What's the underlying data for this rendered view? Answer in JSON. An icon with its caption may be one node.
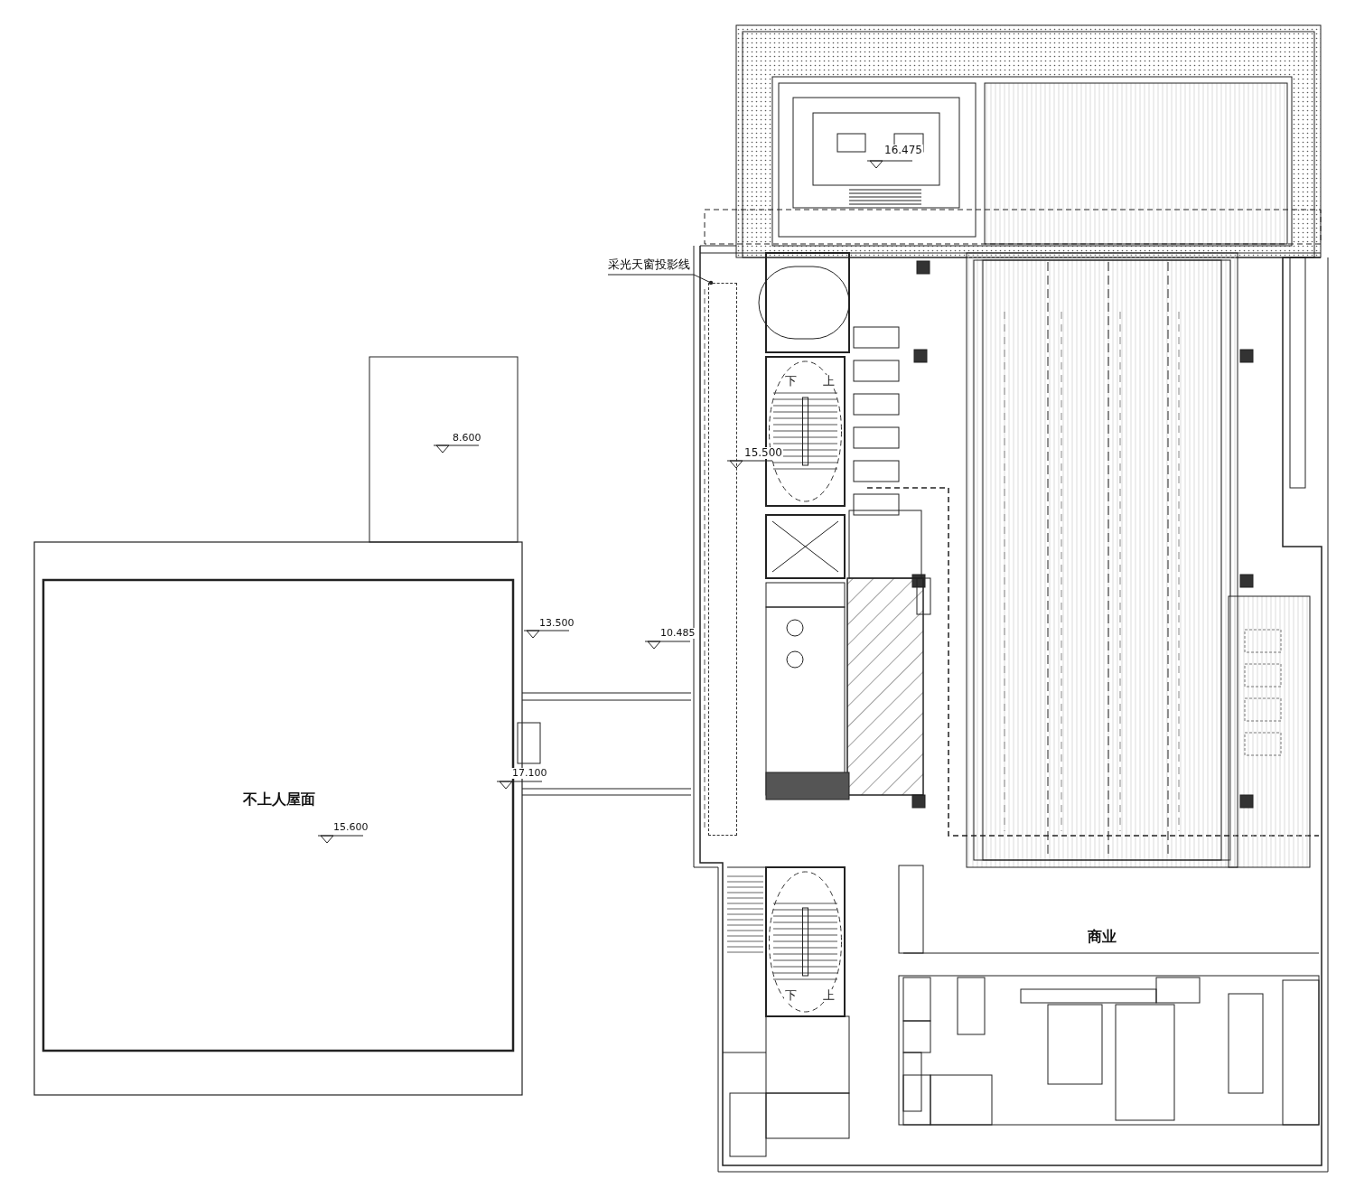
{
  "diagram": {
    "nodes": [
      {
        "text": [
          "采光天窗投影线"
        ]
      },
      {
        "text": [],
        "shape": "box"
      }
    ],
    "edges": [
      {
        "from": 0,
        "to": 1,
        "arrow": "other"
      }
    ],
    "labels": [
      "16.475",
      "下",
      "上",
      "8.600",
      "15.500",
      "13.500",
      "10.485",
      "17.100",
      "不上人屋面",
      "15.600",
      "商业",
      "下",
      "上"
    ]
  }
}
